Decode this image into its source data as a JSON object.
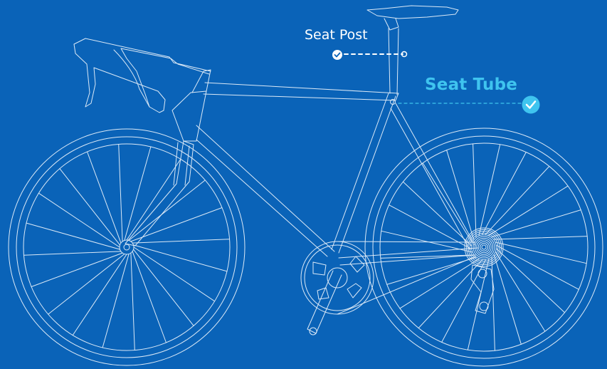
{
  "colors": {
    "background": "#0a63b8",
    "line": "#dbe9f7",
    "highlight": "#3fc4ef",
    "white": "#ffffff"
  },
  "labels": {
    "seat_post": "Seat Post",
    "seat_tube": "Seat Tube"
  },
  "markers": {
    "seat_post_marker": {
      "icon": "check-circle-icon",
      "style": "white",
      "status": "checked"
    },
    "seat_tube_marker": {
      "icon": "check-circle-icon",
      "style": "highlight",
      "status": "checked"
    }
  },
  "diagram": {
    "subject": "road bicycle",
    "highlighted_part": "seat tube"
  }
}
